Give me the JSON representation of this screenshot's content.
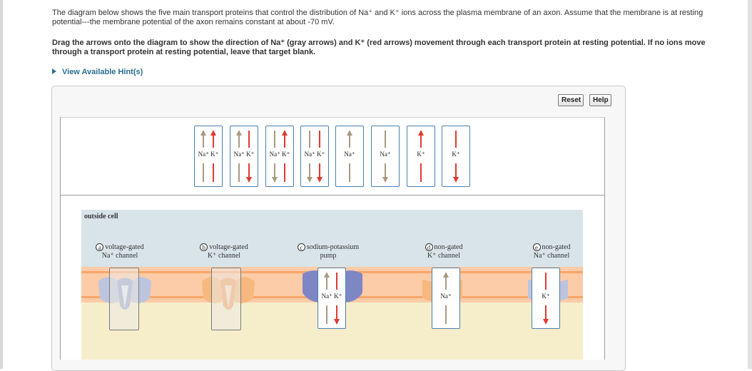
{
  "instructions": {
    "p1": "The diagram below shows the five main transport proteins that control the distribution of Na⁺ and K⁺ ions across the plasma membrane of an axon. Assume that the membrane is at resting potential---the membrane potential of the axon remains constant at about -70 mV.",
    "p2": "Drag the arrows onto the diagram to show the direction of Na⁺ (gray arrows) and K⁺ (red arrows) movement through each transport protein at resting potential. If no ions move through a transport protein at resting potential, leave that target blank.",
    "hint": "View Available Hint(s)"
  },
  "buttons": {
    "reset": "Reset",
    "help": "Help"
  },
  "colors": {
    "na_arrow": "#a89a82",
    "k_arrow": "#e03a32",
    "card_border": "#4a7fb0",
    "hint_link": "#2a6e8f"
  },
  "arrow_cards": [
    {
      "na_label": "Na⁺",
      "k_label": "K⁺",
      "na_dir": "up",
      "k_dir": "up"
    },
    {
      "na_label": "Na⁺",
      "k_label": "K⁺",
      "na_dir": "up",
      "k_dir": "down"
    },
    {
      "na_label": "Na⁺",
      "k_label": "K⁺",
      "na_dir": "down",
      "k_dir": "up"
    },
    {
      "na_label": "Na⁺",
      "k_label": "K⁺",
      "na_dir": "down",
      "k_dir": "down"
    },
    {
      "na_label": "Na⁺",
      "k_label": "",
      "na_dir": "up",
      "k_dir": ""
    },
    {
      "na_label": "Na⁺",
      "k_label": "",
      "na_dir": "down",
      "k_dir": ""
    },
    {
      "na_label": "",
      "k_label": "K⁺",
      "na_dir": "",
      "k_dir": "up"
    },
    {
      "na_label": "",
      "k_label": "K⁺",
      "na_dir": "",
      "k_dir": "down"
    }
  ],
  "diagram": {
    "outside_label": "outside cell",
    "proteins": [
      {
        "letter": "a",
        "line1": "voltage-gated",
        "line2": "Na⁺ channel"
      },
      {
        "letter": "b",
        "line1": "voltage-gated",
        "line2": "K⁺ channel"
      },
      {
        "letter": "c",
        "line1": "sodium-potassium",
        "line2": "pump"
      },
      {
        "letter": "d",
        "line1": "non-gated",
        "line2": "K⁺ channel"
      },
      {
        "letter": "e",
        "line1": "non-gated",
        "line2": "Na⁺ channel"
      }
    ],
    "placed": [
      {
        "target": "c",
        "na_label": "Na⁺",
        "k_label": "K⁺",
        "na_dir": "up",
        "k_dir": "down"
      },
      {
        "target": "d",
        "na_label": "Na⁺",
        "k_label": "",
        "na_dir": "up",
        "k_dir": ""
      },
      {
        "target": "e",
        "na_label": "",
        "k_label": "K⁺",
        "na_dir": "",
        "k_dir": "down"
      }
    ]
  }
}
